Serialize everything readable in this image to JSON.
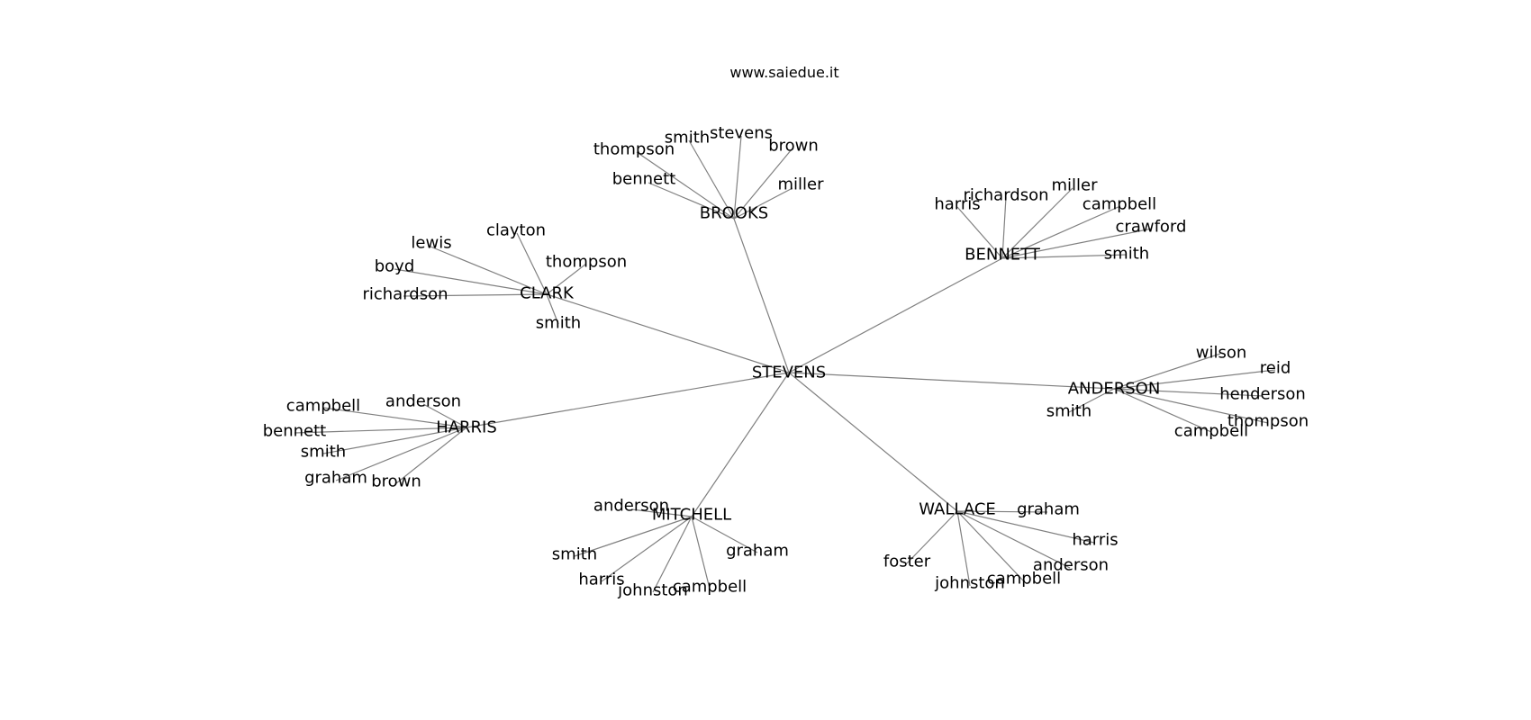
{
  "watermark": "www.saiedue.it",
  "colors": {
    "edge": "#808080",
    "text": "#000000",
    "background": "#ffffff"
  },
  "tree": {
    "root": "STEVENS",
    "groups": [
      {
        "name": "BROOKS",
        "members": [
          "thompson",
          "smith",
          "stevens",
          "brown",
          "bennett",
          "miller"
        ]
      },
      {
        "name": "BENNETT",
        "members": [
          "harris",
          "richardson",
          "miller",
          "campbell",
          "crawford",
          "smith"
        ]
      },
      {
        "name": "CLARK",
        "members": [
          "clayton",
          "lewis",
          "boyd",
          "thompson",
          "richardson",
          "smith"
        ]
      },
      {
        "name": "ANDERSON",
        "members": [
          "wilson",
          "reid",
          "henderson",
          "smith",
          "thompson",
          "campbell"
        ]
      },
      {
        "name": "HARRIS",
        "members": [
          "campbell",
          "anderson",
          "bennett",
          "smith",
          "graham",
          "brown"
        ]
      },
      {
        "name": "MITCHELL",
        "members": [
          "anderson",
          "smith",
          "graham",
          "harris",
          "johnston",
          "campbell"
        ]
      },
      {
        "name": "WALLACE",
        "members": [
          "graham",
          "harris",
          "foster",
          "anderson",
          "johnston",
          "campbell"
        ]
      }
    ]
  }
}
